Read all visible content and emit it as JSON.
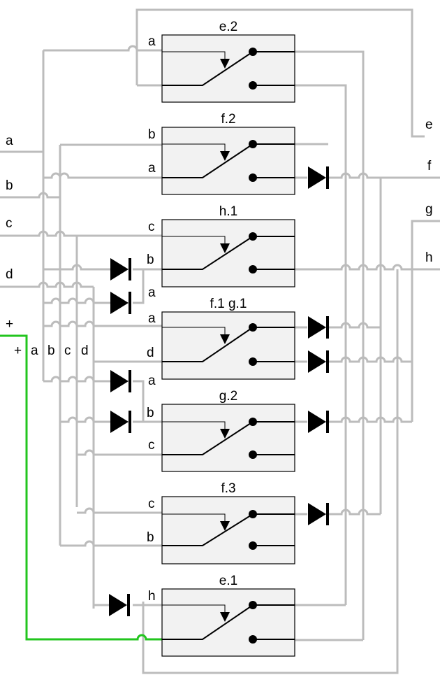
{
  "diagram": {
    "colors": {
      "wire": "#bcbcbc",
      "live_wire": "#22c51e",
      "box_fill": "#f2f2f2",
      "ink": "#000000"
    },
    "left_inputs": {
      "a": "a",
      "b": "b",
      "c": "c",
      "d": "d",
      "plus": "+"
    },
    "bus_labels": {
      "plus": "+",
      "a": "a",
      "b": "b",
      "c": "c",
      "d": "d"
    },
    "outputs": {
      "e": "e",
      "f": "f",
      "g": "g",
      "h": "h"
    },
    "switches": [
      {
        "title": "e.2",
        "in_top": "a",
        "in_bottom": ""
      },
      {
        "title": "f.2",
        "in_top": "b",
        "in_bottom": "a"
      },
      {
        "title": "h.1",
        "in_top": "c",
        "in_bottom": "b",
        "diode_label": "a"
      },
      {
        "title": "f.1 g.1",
        "in_top": "a",
        "in_bottom": "d",
        "diode_label": "a"
      },
      {
        "title": "g.2",
        "in_top": "b",
        "in_bottom": "c"
      },
      {
        "title": "f.3",
        "in_top": "c",
        "in_bottom": "b"
      },
      {
        "title": "e.1",
        "in_top": "h",
        "in_bottom": ""
      }
    ]
  }
}
